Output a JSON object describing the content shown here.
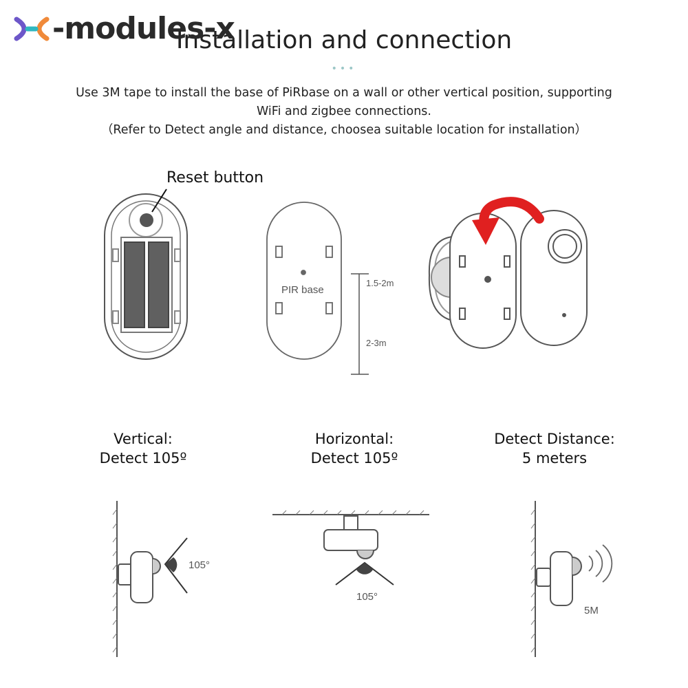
{
  "brand": {
    "logo_text": "-modules-x",
    "colors": {
      "mark_purple": "#6d57c9",
      "mark_orange": "#f08a3a",
      "mark_teal": "#2fb8c0",
      "arrow_red": "#e02020"
    }
  },
  "header": {
    "title": "Installation and connection",
    "dots": "•••"
  },
  "description": {
    "line1": "Use 3M tape to install the base of PiRbase on a wall or other vertical position, supporting",
    "line2": "WiFi and zigbee connections.",
    "line3": "（Refer to Detect angle and distance, choosea suitable location for installation）"
  },
  "diagram": {
    "reset_label": "Reset button",
    "base_label": "PIR base",
    "height_upper": "1.5-2m",
    "height_lower": "2-3m"
  },
  "detect": {
    "vertical_line1": "Vertical:",
    "vertical_line2": "Detect 105º",
    "horizontal_line1": "Horizontal:",
    "horizontal_line2": "Detect 105º",
    "distance_line1": "Detect Distance:",
    "distance_line2": "5 meters",
    "angle_v": "105°",
    "angle_h": "105°",
    "distance_value": "5M"
  }
}
